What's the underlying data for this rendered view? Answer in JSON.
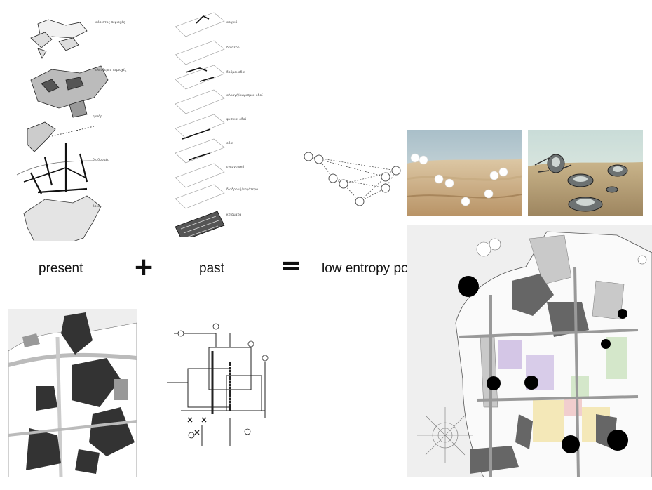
{
  "present_layers": {
    "labels": [
      "αόριστος περιοχές",
      "ελεύθερες περιοχές",
      "εμπόρ",
      "διαδρομές",
      "όρια"
    ]
  },
  "past_layers": {
    "labels": [
      "αρχικό",
      "δεύτερο",
      "δρόμοι οδοί",
      "αλλαγή/φωρισμού οδοί",
      "φυσικοί οδοί",
      "οδοί",
      "ενεργειακό",
      "διαδρομή/αργότερα",
      "κτίσματα"
    ]
  },
  "captions": {
    "present": "present",
    "plus": "+",
    "past": "past",
    "equals": "=",
    "result": "low entropy points"
  },
  "colors": {
    "ink": "#111111",
    "sand_top": "#dcc7a4",
    "sand_bottom": "#b99467",
    "sky": "#c9d6dd",
    "hatched_areas": [
      "#cfc0e3",
      "#f3e6b0",
      "#cfe4c4",
      "#f0c9c9"
    ]
  },
  "low_entropy_markers_count": 8
}
